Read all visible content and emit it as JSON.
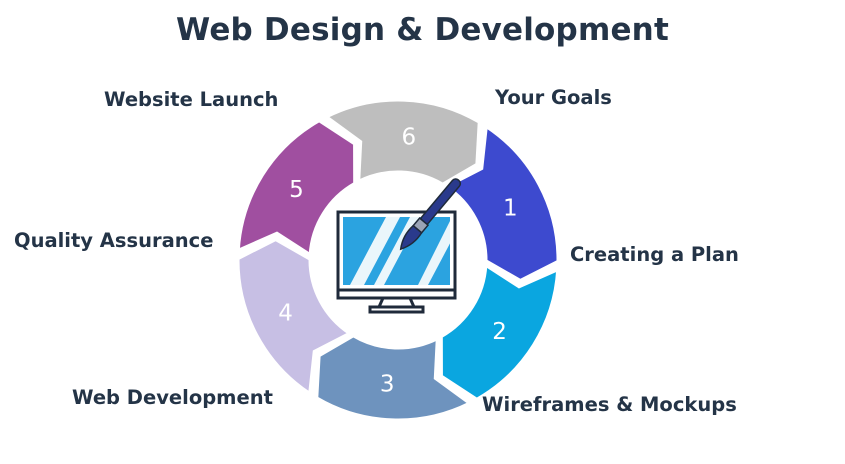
{
  "title": "Web Design & Development",
  "stages": [
    {
      "number": "1",
      "label": "Your Goals",
      "color": "#3D4ACF"
    },
    {
      "number": "2",
      "label": "Creating a Plan",
      "color": "#0AA6E0"
    },
    {
      "number": "3",
      "label": "Wireframes & Mockups",
      "color": "#6E93BE"
    },
    {
      "number": "4",
      "label": "Web Development",
      "color": "#C7BFE4"
    },
    {
      "number": "5",
      "label": "Quality Assurance",
      "color": "#A04FA0"
    },
    {
      "number": "6",
      "label": "Website Launch",
      "color": "#BEBEBE"
    }
  ],
  "center_icon": "computer-monitor-paintbrush-icon",
  "colors": {
    "text": "#243447",
    "monitor_screen": "#2BA3E0",
    "brush_handle": "#2A3A8C"
  }
}
